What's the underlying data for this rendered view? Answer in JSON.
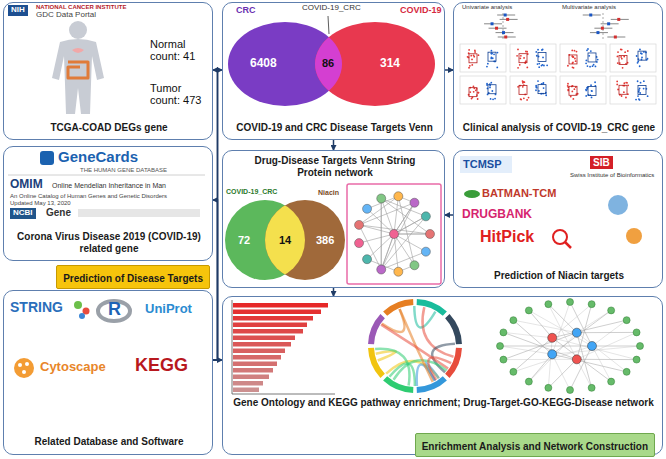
{
  "diagram": {
    "nodes": [
      {
        "text": [
          "TCGA-COAD DEGs gene"
        ]
      },
      {
        "text": [
          "COVID-19 and CRC Disease Targets Venn"
        ]
      },
      {
        "text": [
          "Clinical analysis of COVID-19_CRC gene"
        ]
      },
      {
        "text": [
          "Corona Virus Disease 2019 (COVID-19) related gene"
        ]
      },
      {
        "text": [
          "Drug-Disease Targets Venn String Protein network"
        ]
      },
      {
        "text": [
          "Prediction of Niacin targets"
        ]
      },
      {
        "text": [
          "Prediction of Disease Targets"
        ]
      },
      {
        "text": [
          "Related Database and Software"
        ]
      },
      {
        "text": [
          "Gene Ontology and KEGG pathway enrichment; Drug-Target-GO-KEGG-Disease network"
        ]
      },
      {
        "text": [
          "Enrichment Analysis and Network Construction"
        ],
        "in": 8
      }
    ],
    "edges": [
      {
        "from": 7,
        "to": 0,
        "arrow": "to"
      },
      {
        "from": 7,
        "to": 3,
        "arrow": "to"
      },
      {
        "from": 7,
        "to": 1,
        "arrow": "to"
      },
      {
        "from": 7,
        "to": 8,
        "arrow": "to"
      },
      {
        "from": 1,
        "to": 2,
        "arrow": "to"
      },
      {
        "from": 1,
        "to": 4,
        "arrow": "to"
      },
      {
        "from": 5,
        "to": 4,
        "arrow": "to"
      },
      {
        "from": 4,
        "to": 8,
        "arrow": "to"
      }
    ],
    "labels": [
      "NIH",
      "NATIONAL CANCER INSTITUTE",
      "GDC Data Portal",
      "Normal count: 41",
      "Tumor count: 473",
      "CRC",
      "COVID-19_CRC",
      "6408",
      "86",
      "314",
      "COVID-19",
      "Univariate analysis",
      "Multivariate analysis",
      "GeneCards",
      "THE HUMAN GENE DATABASE",
      "OMIM",
      "Online Mendelian Inheritance in Man",
      "An Online Catalog of Human Genes and Genetic Disorders",
      "Updated May 13, 2020",
      "NCBI",
      "Gene",
      "COVID-19_CRC",
      "Niacin",
      "72",
      "14",
      "386",
      "TCMSP",
      "SIB",
      "Swiss Institute of Bioinformatics",
      "BATMAN-TCM",
      "DRUGBANK",
      "HitPick",
      "STRING",
      "R",
      "UniProt",
      "Cytoscape",
      "KEGG"
    ]
  }
}
